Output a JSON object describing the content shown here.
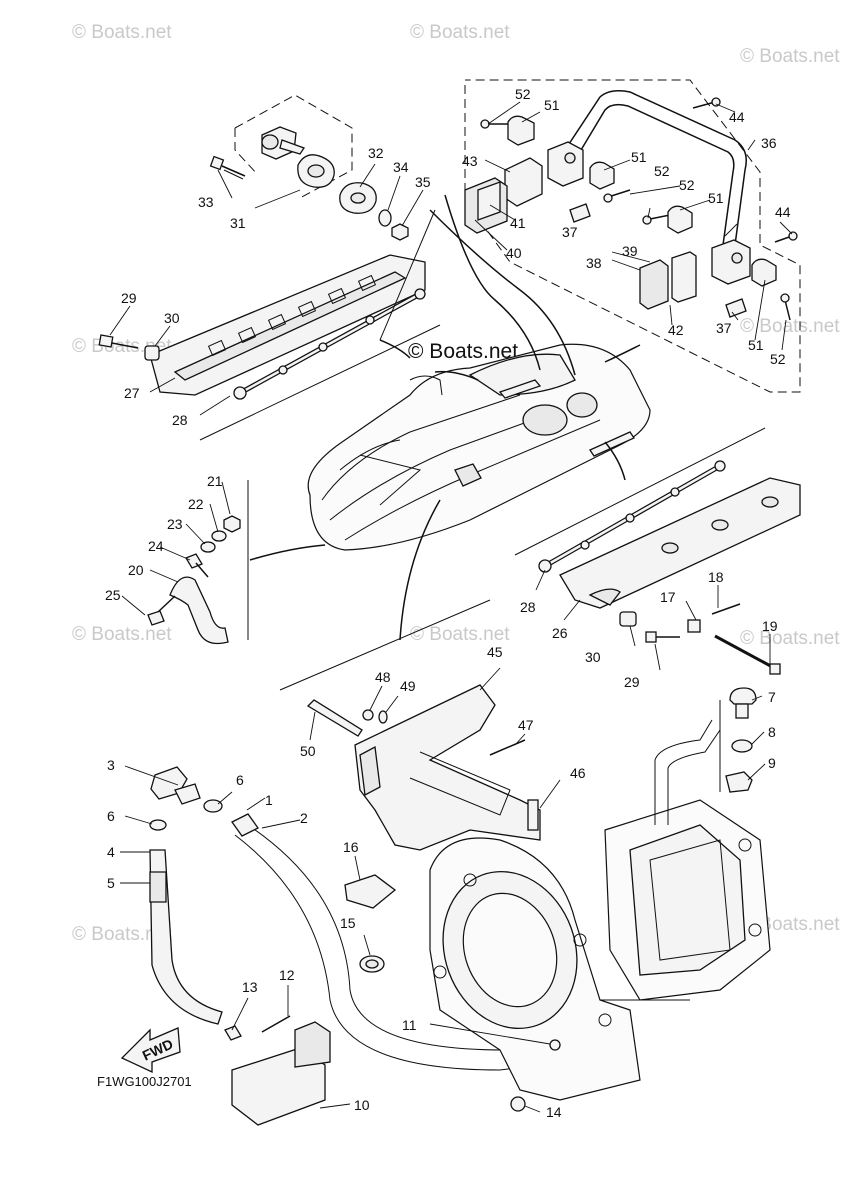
{
  "watermarks": [
    "© Boats.net",
    "© Boats.net",
    "© Boats.net",
    "© Boats.net",
    "© Boats.net",
    "© Boats.net",
    "© Boats.net",
    "© Boats.net",
    "© Boats.net",
    "© Boats.net"
  ],
  "center_watermark": "© Boats.net",
  "diagram_code": "F1WG100J2701",
  "fwd_label": "FWD",
  "callouts": [
    "1",
    "2",
    "3",
    "4",
    "5",
    "6",
    "6",
    "7",
    "8",
    "9",
    "10",
    "11",
    "12",
    "13",
    "14",
    "15",
    "16",
    "17",
    "18",
    "19",
    "20",
    "21",
    "22",
    "23",
    "24",
    "25",
    "26",
    "27",
    "28",
    "28",
    "29",
    "29",
    "30",
    "30",
    "31",
    "32",
    "33",
    "34",
    "35",
    "36",
    "37",
    "37",
    "38",
    "39",
    "40",
    "41",
    "42",
    "43",
    "44",
    "44",
    "45",
    "46",
    "47",
    "48",
    "49",
    "50",
    "51",
    "51",
    "51",
    "51",
    "52",
    "52",
    "52",
    "52"
  ]
}
